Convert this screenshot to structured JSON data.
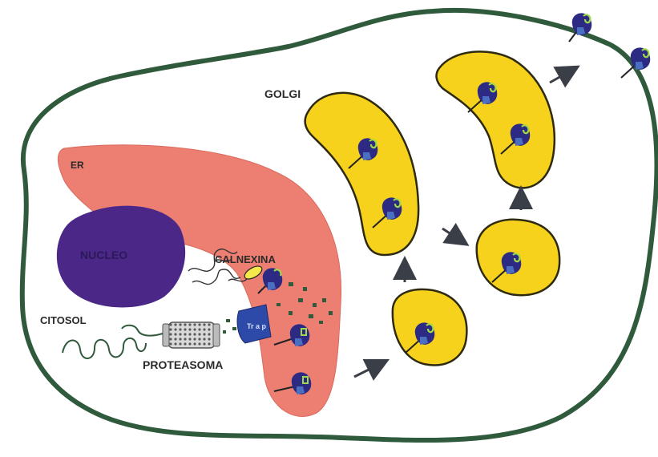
{
  "labels": {
    "golgi": "GOLGI",
    "er": "ER",
    "nucleus": "NUCLEO",
    "calnexin": "CALNEXINA",
    "cytosol": "CITOSOL",
    "translocon": "Tr a p",
    "proteasome": "PROTEASOMA"
  },
  "colors": {
    "membrane": "#2f5a3c",
    "er": "#ec7f72",
    "nucleus": "#4b2887",
    "golgi": "#f6d21c",
    "golgi_outline": "#2e2a10",
    "protein": "#2c2a82",
    "protein_light": "#4a6fc0",
    "glycan": "#9fd848",
    "calnexin": "#f4e84a",
    "arrow": "#3a3e46",
    "fragments": "#2f5a3c",
    "proteasome": "#9a9a9a",
    "translocon": "#2e4aa8",
    "text": "#2a2a2a"
  },
  "icons": {
    "protein": "glycoprotein-icon",
    "arrow": "transport-arrow-icon"
  }
}
